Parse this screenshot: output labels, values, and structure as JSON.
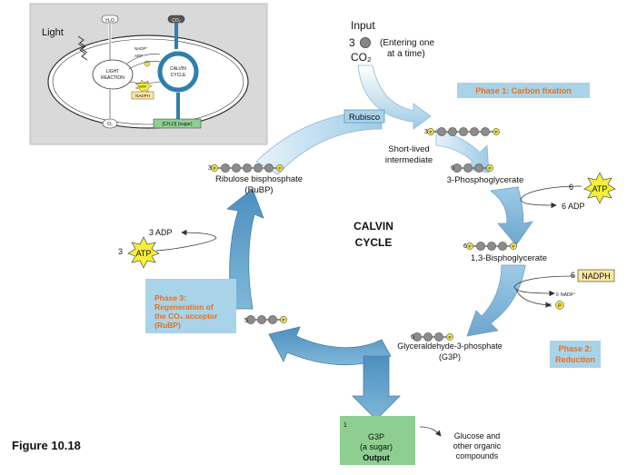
{
  "figure_label": "Figure 10.18",
  "inset": {
    "light": "Light",
    "h2o": "H₂O",
    "co2": "CO₂",
    "o2": "O₂",
    "nadp": "NADP⁺",
    "adp": "ADP",
    "pi": "P",
    "light_reaction_1": "LIGHT",
    "light_reaction_2": "REACTION",
    "calvin_1": "CALVIN",
    "calvin_2": "CYCLE",
    "atp": "ATP",
    "nadph": "NADPH",
    "sugar": "[CH₂O] (sugar)"
  },
  "input": {
    "label": "Input",
    "count": "3",
    "co2": "CO₂",
    "note_1": "(Entering one",
    "note_2": "at a time)"
  },
  "phase1": "Phase 1: Carbon fixation",
  "phase2_1": "Phase 2:",
  "phase2_2": "Reduction",
  "phase3_1": "Phase 3:",
  "phase3_2": "Regeneration of",
  "phase3_3": "the CO₂ acceptor",
  "phase3_4": "(RuBP)",
  "rubisco": "Rubisco",
  "short_lived_1": "Short-lived",
  "short_lived_2": "intermediate",
  "center_1": "CALVIN",
  "center_2": "CYCLE",
  "rubp_1": "Ribulose bisphosphate",
  "rubp_2": "(RuBP)",
  "pga": "3-Phosphoglycerate",
  "bpg": "1,3-Bisphoglycerate",
  "g3p_1": "Glyceraldehyde-3-phosphate",
  "g3p_2": "(G3P)",
  "output_1": "G3P",
  "output_2": "(a sugar)",
  "output_3": "Output",
  "glucose_1": "Glucose and",
  "glucose_2": "other organic",
  "glucose_3": "compounds",
  "atp": "ATP",
  "adp": "ADP",
  "nadph": "NADPH",
  "nadp": "NADP⁺",
  "p": "P",
  "n_3": "3",
  "n_6": "6",
  "n_5": "5",
  "n_1": "1",
  "six_atp": "6",
  "six_adp": "6 ADP",
  "six_nadph": "6",
  "three_adp": "3  ADP",
  "three_atp": "3",
  "colors": {
    "arrow_light": "#c8e3f2",
    "arrow_dark": "#5b98c4",
    "atp_star": "#f7ee3a",
    "nadph_box": "#fde8a0",
    "output_box": "#8ecf91",
    "phase_box": "#a9d3e8",
    "phase_text": "#e8701a",
    "inset_bg": "#d9d9d9",
    "calvin_ring": "#2f7fae"
  }
}
